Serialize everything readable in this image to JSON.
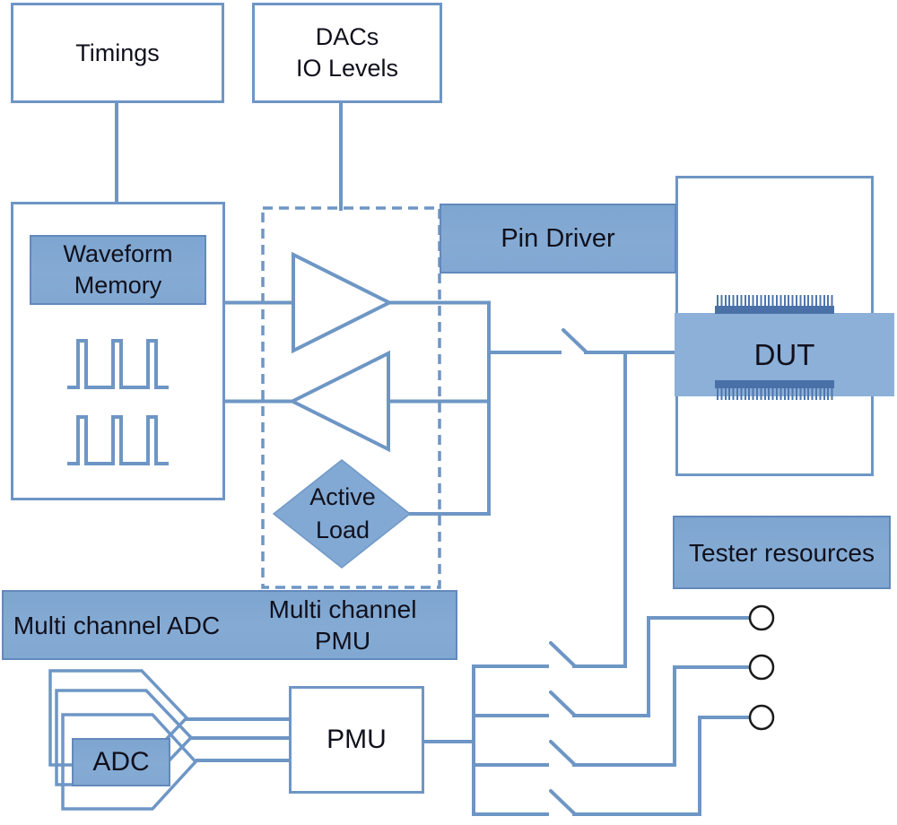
{
  "colors": {
    "line": "#6e96c5",
    "node_fill": "#81a8d2",
    "node_border": "#6389bc",
    "chip_fill": "#8cb0d8",
    "chip_pin_dark": "#4a70a8",
    "text": "#10101c",
    "terminal_outline": "#1a1a1a",
    "background": "#ffffff"
  },
  "nodes": {
    "timings": {
      "label": "Timings"
    },
    "dacs_io_levels": {
      "line1": "DACs",
      "line2": "IO Levels"
    },
    "waveform_memory": {
      "line1": "Waveform",
      "line2": "Memory"
    },
    "pin_driver": {
      "label": "Pin Driver"
    },
    "dut": {
      "label": "DUT"
    },
    "active_load": {
      "line1": "Active",
      "line2": "Load"
    },
    "tester_resources": {
      "label": "Tester resources"
    },
    "multi_channel_adc": {
      "label": "Multi channel ADC"
    },
    "multi_channel_pmu": {
      "line1": "Multi channel",
      "line2": "PMU"
    },
    "adc": {
      "label": "ADC"
    },
    "pmu": {
      "label": "PMU"
    }
  }
}
